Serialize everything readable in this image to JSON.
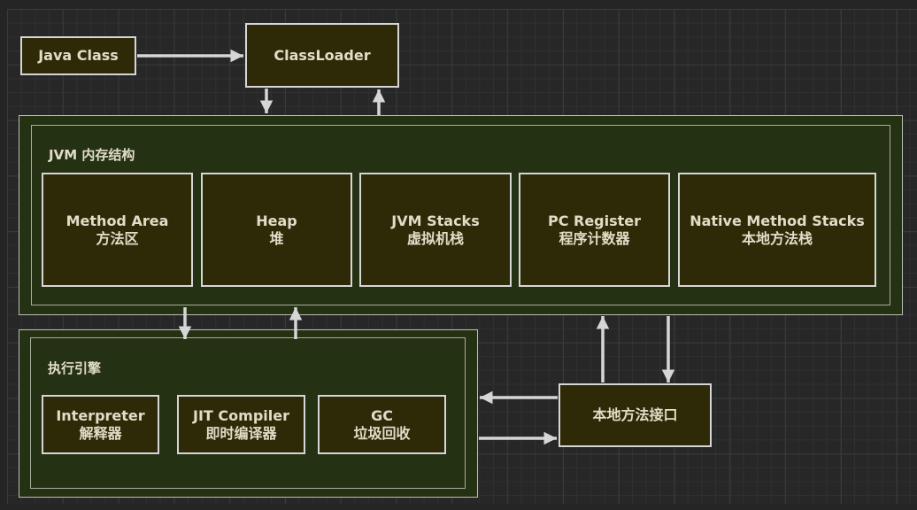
{
  "diagram": {
    "top": {
      "java_class": "Java Class",
      "class_loader": "ClassLoader"
    },
    "jvm_memory": {
      "title": "JVM 内存结构",
      "areas": [
        {
          "en": "Method Area",
          "zh": "方法区"
        },
        {
          "en": "Heap",
          "zh": "堆"
        },
        {
          "en": "JVM Stacks",
          "zh": "虚拟机栈"
        },
        {
          "en": "PC Register",
          "zh": "程序计数器"
        },
        {
          "en": "Native Method Stacks",
          "zh": "本地方法栈"
        }
      ]
    },
    "execution_engine": {
      "title": "执行引擎",
      "components": [
        {
          "en": "Interpreter",
          "zh": "解释器"
        },
        {
          "en": "JIT Compiler",
          "zh": "即时编译器"
        },
        {
          "en": "GC",
          "zh": "垃圾回收"
        }
      ]
    },
    "native_interface": "本地方法接口",
    "colors": {
      "box_fill": "#2e2a08",
      "container_fill": "#243112",
      "stroke": "#d6d6d6",
      "text": "#e2dcc8",
      "background": "#252525"
    },
    "edges": [
      {
        "from": "Java Class",
        "to": "ClassLoader"
      },
      {
        "from": "ClassLoader",
        "to": "JVM 内存结构"
      },
      {
        "from": "JVM 内存结构",
        "to": "ClassLoader"
      },
      {
        "from": "JVM 内存结构",
        "to": "执行引擎"
      },
      {
        "from": "执行引擎",
        "to": "JVM 内存结构"
      },
      {
        "from": "本地方法接口",
        "to": "JVM 内存结构"
      },
      {
        "from": "JVM 内存结构",
        "to": "本地方法接口"
      },
      {
        "from": "本地方法接口",
        "to": "执行引擎"
      },
      {
        "from": "执行引擎",
        "to": "本地方法接口"
      }
    ]
  }
}
